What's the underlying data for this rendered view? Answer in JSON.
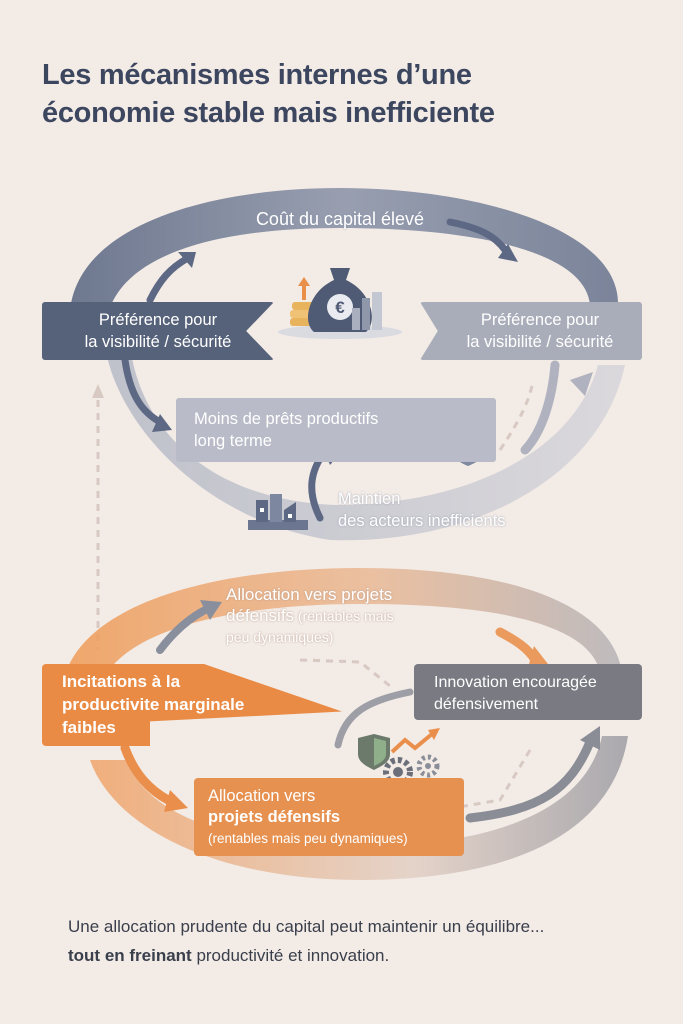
{
  "title": {
    "line1": "Les mécanismes internes d’une",
    "line2": "économie stable mais inefficiente"
  },
  "top_cycle": {
    "cost_label": "Coût du capital élevé",
    "pref_left": {
      "line1": "Préférence pour",
      "line2": "la visibilité / sécurité"
    },
    "pref_right": {
      "line1": "Préférence pour",
      "line2": "la visibilité / sécurité"
    },
    "loans": {
      "line1": "Moins de prêts productifs",
      "line2": "long terme"
    },
    "maintain": {
      "line1": "Maintien",
      "line2": "des acteurs inefficients"
    },
    "currency_symbol": "€"
  },
  "bottom_cycle": {
    "alloc_top": {
      "line1": "Allocation vers projets",
      "line2a": "défensifs",
      "line2b": " (rentables mais",
      "line3": "peu dynamiques)"
    },
    "incentives": {
      "line1": "Incitations à la",
      "line2": "productivite marginale",
      "line3": "faibles"
    },
    "innovation": {
      "line1": "Innovation encouragée",
      "line2": "défensivement"
    },
    "alloc_bottom": {
      "line1": "Allocation vers",
      "line2": "projets défensifs",
      "line3": "(rentables mais peu dynamiques)"
    }
  },
  "conclusion": {
    "line1": "Une allocation prudente du capital peut maintenir un équilibre...",
    "line2_bold": "tout en freinant",
    "line2_rest": " productivité et innovation."
  },
  "colors": {
    "background": "#f3ebe6",
    "slate": "#56617a",
    "slate_light": "#a9adb9",
    "orange": "#e98b45",
    "grey": "#7a7a82",
    "title": "#3c475f"
  },
  "icons": [
    "money-bag-icon",
    "coins-icon",
    "bar-chart-icon",
    "lock-icon",
    "shield-check-icon",
    "factory-icon",
    "shield-icon",
    "gears-icon",
    "trend-arrow-icon"
  ]
}
